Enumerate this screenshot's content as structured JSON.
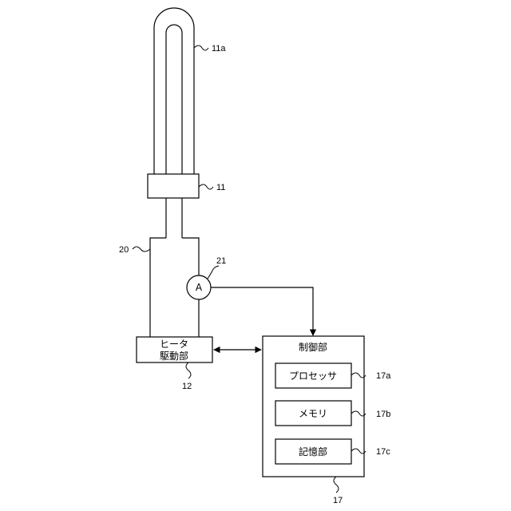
{
  "heater": {
    "ref": "11a"
  },
  "heater_flange": {
    "ref": "11"
  },
  "heater_housing": {
    "ref": "20"
  },
  "ammeter": {
    "symbol": "A",
    "ref": "21"
  },
  "heater_driver": {
    "line1": "ヒータ",
    "line2": "駆動部",
    "ref": "12"
  },
  "controller": {
    "title": "制御部",
    "ref": "17",
    "modules": [
      {
        "label": "プロセッサ",
        "ref": "17a"
      },
      {
        "label": "メモリ",
        "ref": "17b"
      },
      {
        "label": "記憶部",
        "ref": "17c"
      }
    ]
  }
}
